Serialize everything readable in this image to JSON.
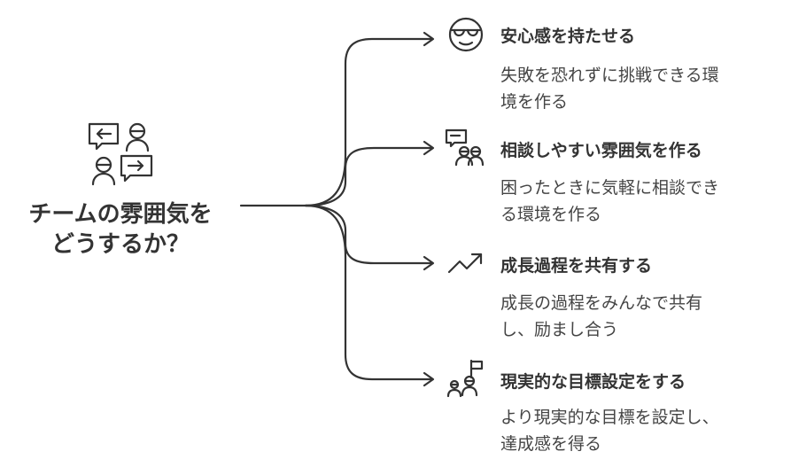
{
  "center": {
    "title_line1": "チームの雰囲気を",
    "title_line2": "どうするか？",
    "icon": "conversation-people-icon"
  },
  "branches": [
    {
      "title": "安心感を持たせる",
      "desc_line1": "失敗を恐れずに挑戦できる環",
      "desc_line2": "境を作る",
      "icon": "sunglasses-face-icon"
    },
    {
      "title": "相談しやすい雰囲気を作る",
      "desc_line1": "困ったときに気軽に相談でき",
      "desc_line2": "る環境を作る",
      "icon": "people-discussion-icon"
    },
    {
      "title": "成長過程を共有する",
      "desc_line1": "成長の過程をみんなで共有",
      "desc_line2": "し、励まし合う",
      "icon": "trending-up-icon"
    },
    {
      "title": "現実的な目標設定をする",
      "desc_line1": "より現実的な目標を設定し、",
      "desc_line2": "達成感を得る",
      "icon": "goal-flag-people-icon"
    }
  ],
  "colors": {
    "stroke": "#333333",
    "text": "#333333"
  }
}
